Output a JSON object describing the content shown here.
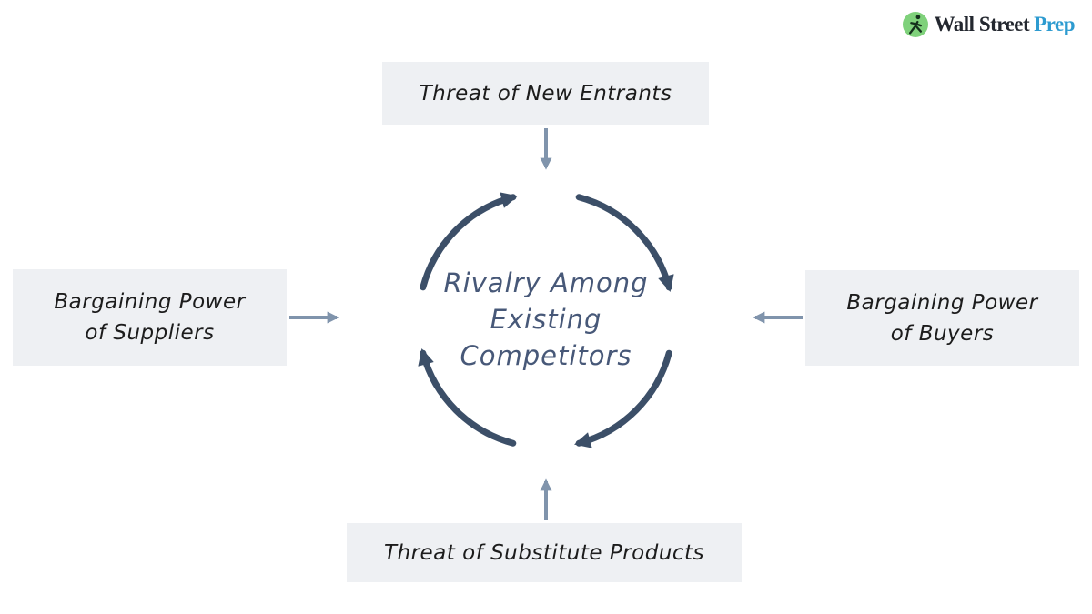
{
  "logo": {
    "brand": "Wall Street",
    "brand_accent": "Prep",
    "icon": "runner-in-green-circle",
    "colors": {
      "brand_text": "#23272f",
      "accent_text": "#2d9bd0",
      "icon_bg": "#7fd17b"
    }
  },
  "center": {
    "lines": [
      "Rivalry Among",
      "Existing",
      "Competitors"
    ],
    "text_color": "#475878"
  },
  "forces": {
    "top": {
      "label": "Threat of New Entrants"
    },
    "left": {
      "line1": "Bargaining Power",
      "line2": "of Suppliers"
    },
    "right": {
      "line1": "Bargaining Power",
      "line2": "of Buyers"
    },
    "bottom": {
      "label": "Threat of Substitute Products"
    }
  },
  "style": {
    "background": "#ffffff",
    "box_bg": "#eef0f3",
    "box_text": "#1c1c1c",
    "straight_arrow_color": "#8094ac",
    "cycle_arrow_color": "#3c4f68"
  }
}
